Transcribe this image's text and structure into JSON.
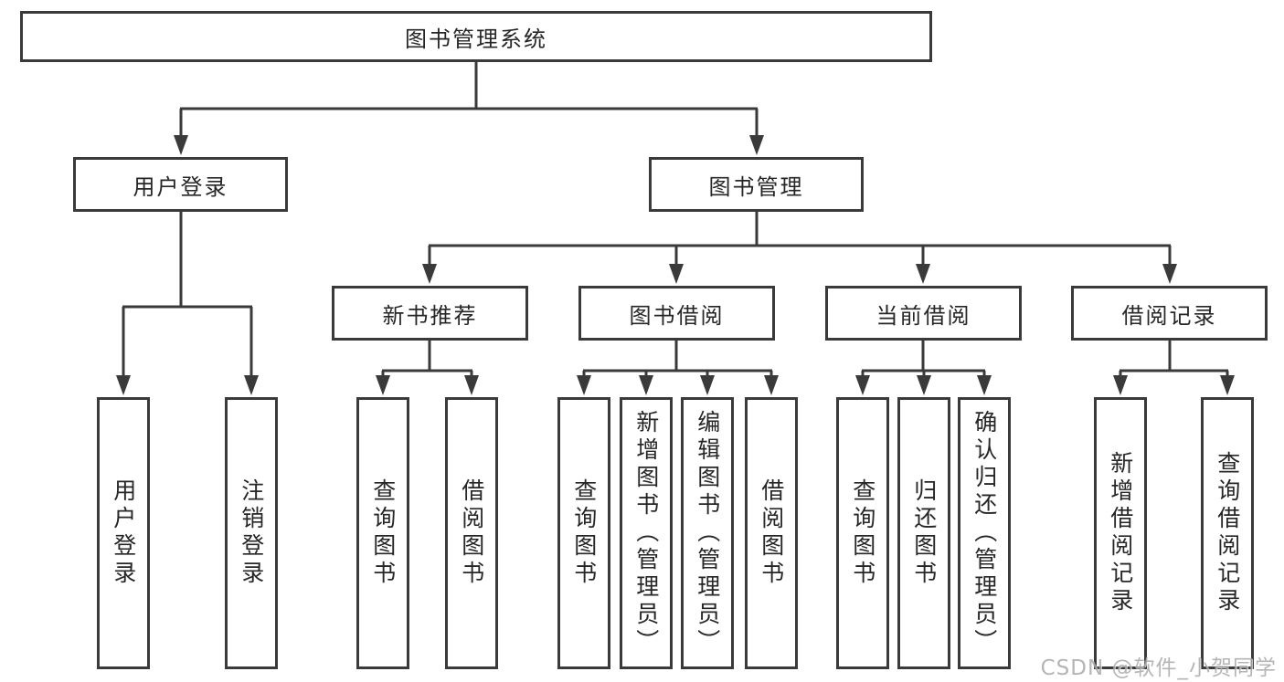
{
  "diagram": {
    "title": "图书管理系统",
    "tree": {
      "label": "图书管理系统",
      "children": [
        {
          "label": "用户登录",
          "children": [
            {
              "label": "用户登录"
            },
            {
              "label": "注销登录"
            }
          ]
        },
        {
          "label": "图书管理",
          "children": [
            {
              "label": "新书推荐",
              "children": [
                {
                  "label": "查询图书"
                },
                {
                  "label": "借阅图书"
                }
              ]
            },
            {
              "label": "图书借阅",
              "children": [
                {
                  "label": "查询图书"
                },
                {
                  "label": "新增图书（管理员）"
                },
                {
                  "label": "编辑图书（管理员）"
                },
                {
                  "label": "借阅图书"
                }
              ]
            },
            {
              "label": "当前借阅",
              "children": [
                {
                  "label": "查询图书"
                },
                {
                  "label": "归还图书"
                },
                {
                  "label": "确认归还（管理员）"
                }
              ]
            },
            {
              "label": "借阅记录",
              "children": [
                {
                  "label": "新增借阅记录"
                },
                {
                  "label": "查询借阅记录"
                }
              ]
            }
          ]
        }
      ]
    },
    "colors": {
      "line": "#3a3a3a",
      "box_border": "#3a3a3a",
      "text": "#262626",
      "background": "#ffffff",
      "watermark": "#a9a9a9"
    }
  },
  "watermark": {
    "text": "CSDN @软件_小贺同学"
  }
}
